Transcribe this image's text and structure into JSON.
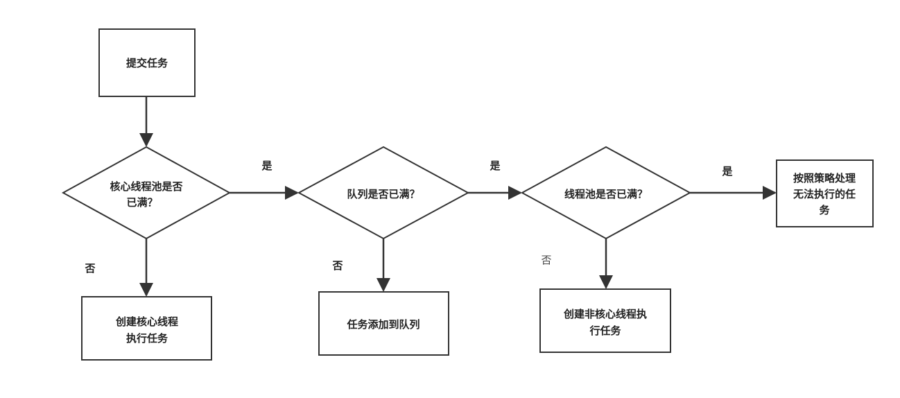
{
  "nodes": {
    "submit": "提交任务",
    "core_full_q": [
      "核心线程池是否",
      "已满？"
    ],
    "queue_full_q": "队列是否已满？",
    "pool_full_q": "线程池是否已满？",
    "reject": [
      "按照策略处理",
      "无法执行的任",
      "务"
    ],
    "create_core": [
      "创建核心线程",
      "执行任务"
    ],
    "add_queue": "任务添加到队列",
    "create_noncore": [
      "创建非核心线程执",
      "行任务"
    ]
  },
  "edges": {
    "yes": "是",
    "no": "否"
  },
  "colors": {
    "stroke": "#333333",
    "text": "#222222"
  }
}
